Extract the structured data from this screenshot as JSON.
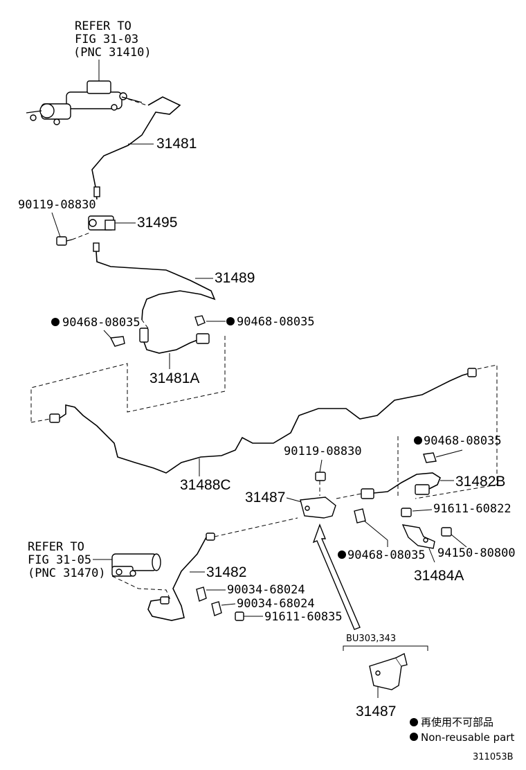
{
  "refer_top": {
    "line1": "REFER TO",
    "line2": "FIG 31-03",
    "line3": "(PNC 31410)"
  },
  "refer_bottom": {
    "line1": "REFER TO",
    "line2": "FIG 31-05",
    "line3": "(PNC 31470)"
  },
  "parts": {
    "p31481": "31481",
    "p90119_top": "90119-08830",
    "p31495": "31495",
    "p31489": "31489",
    "p90468_a": "90468-08035",
    "p90468_b": "90468-08035",
    "p31481A": "31481A",
    "p31488C": "31488C",
    "p90119_mid": "90119-08830",
    "p90468_c": "90468-08035",
    "p31487_main": "31487",
    "p31482B": "31482B",
    "p91611_60822": "91611-60822",
    "p90468_d": "90468-08035",
    "p94150": "94150-80800",
    "p31484A": "31484A",
    "p31482": "31482",
    "p90034_a": "90034-68024",
    "p90034_b": "90034-68024",
    "p91611_60835": "91611-60835",
    "bu_ref": "BU303,343",
    "p31487_inset": "31487"
  },
  "legend": {
    "line_jp": "再使用不可部品",
    "line_en": "Non-reusable part"
  },
  "figure_id": "311053B"
}
